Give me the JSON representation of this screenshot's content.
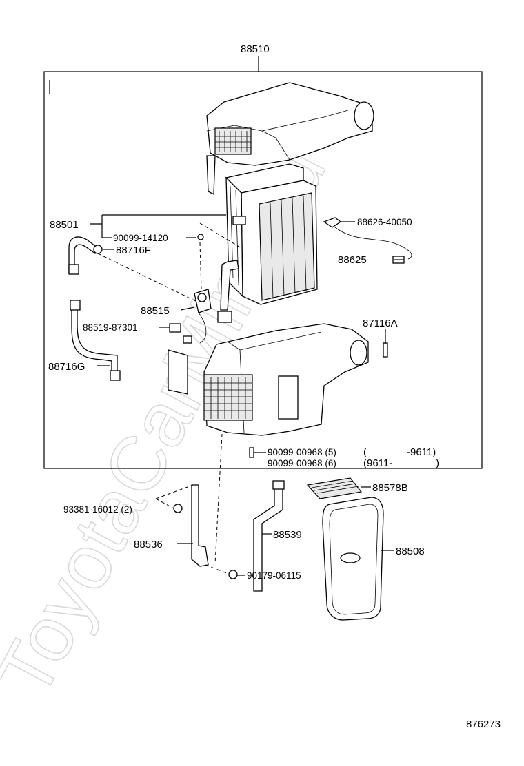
{
  "watermark": "ToyotaCarMine.ru",
  "diagram_code": "876273",
  "callouts": {
    "assembly": "88510",
    "evaporator_unit": "88501",
    "screw_upper": "90099-14120",
    "sensor_clip": "88626-40050",
    "thermistor": "88625",
    "tube_f": "88716F",
    "valve": "88515",
    "clamp": "88519-87301",
    "pin": "87116A",
    "tube_g": "88716G",
    "screw_a": "90099-00968 (5)",
    "screw_a_range_open": "(",
    "screw_a_range": "-9611)",
    "screw_b": "90099-00968 (6)",
    "screw_b_range": "(9611-",
    "screw_b_range_close": ")",
    "filter": "88578B",
    "nut_bolt": "93381-16012 (2)",
    "drain_hose": "88539",
    "bracket": "88536",
    "cover": "88508",
    "nut": "90179-06115"
  }
}
